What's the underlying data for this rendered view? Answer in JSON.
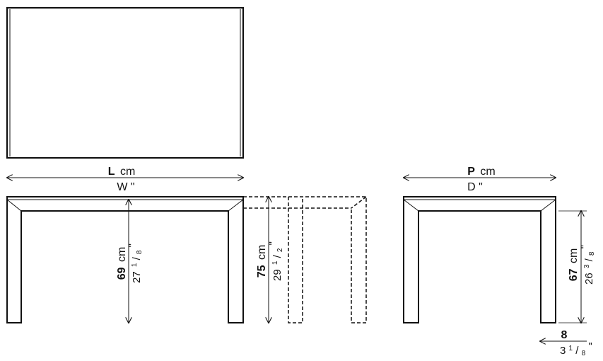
{
  "plan_view": {},
  "length_dim": {
    "symbol": "L",
    "unit_cm": "cm",
    "imperial": "W \""
  },
  "depth_dim": {
    "symbol": "P",
    "unit_cm": "cm",
    "imperial": "D \""
  },
  "height_69": {
    "metric": "69",
    "unit": "cm",
    "inch_whole": "27",
    "inch_num": "1",
    "inch_den": "8",
    "inch_mark": "\""
  },
  "height_75": {
    "metric": "75",
    "unit": "cm",
    "inch_whole": "29",
    "inch_num": "1",
    "inch_den": "2",
    "inch_mark": "\""
  },
  "height_67": {
    "metric": "67",
    "unit": "cm",
    "inch_whole": "26",
    "inch_num": "3",
    "inch_den": "8",
    "inch_mark": "\""
  },
  "leg_width": {
    "metric": "8",
    "inch_whole": "3",
    "inch_num": "1",
    "inch_den": "8",
    "inch_mark": "\""
  }
}
